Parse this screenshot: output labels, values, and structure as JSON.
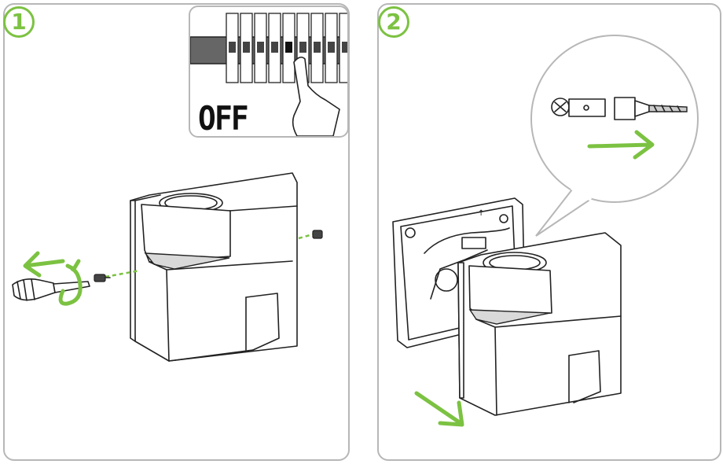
{
  "steps": [
    {
      "number": "1",
      "inset_label": "OFF"
    },
    {
      "number": "2"
    }
  ],
  "colors": {
    "accent": "#7cc242",
    "frame": "#b7b7b7",
    "line": "#222222"
  },
  "icons": [
    "screwdriver-icon",
    "rotation-arrow-icon",
    "direction-arrow-icon",
    "circuit-breaker-icon",
    "hand-icon",
    "wire-connector-icon"
  ]
}
